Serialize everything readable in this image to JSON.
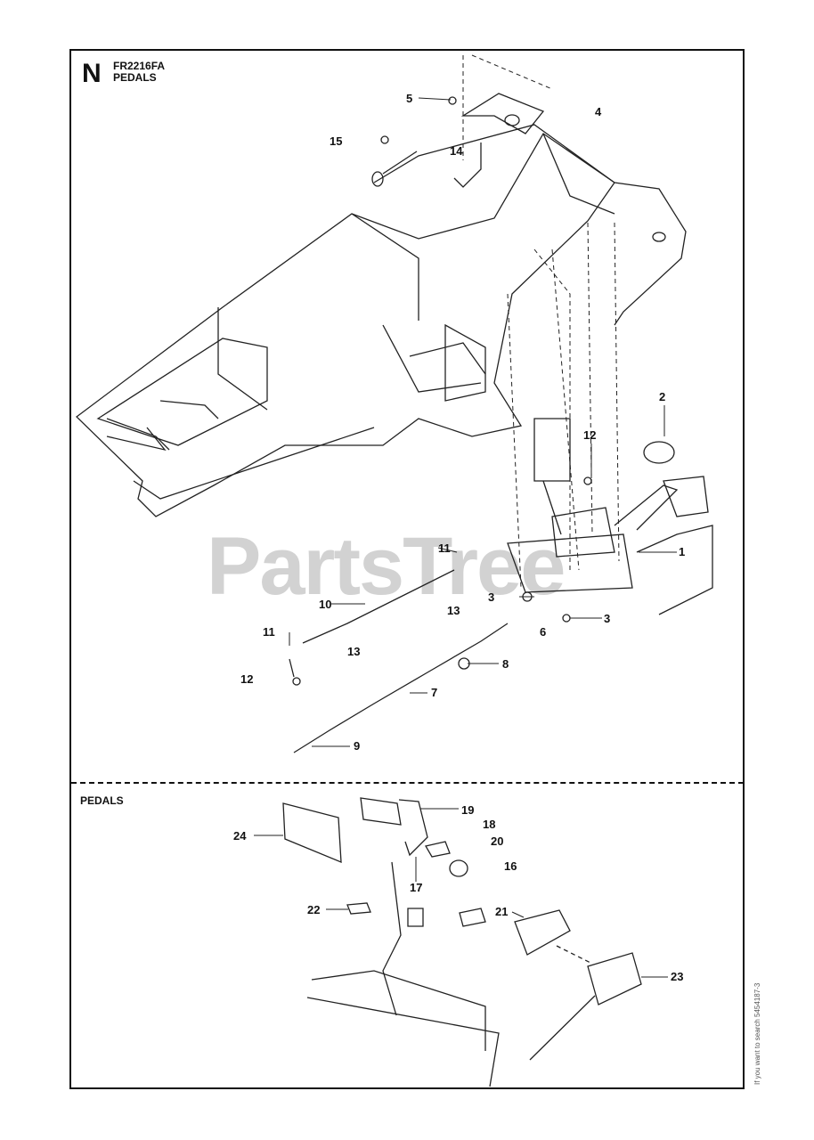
{
  "header": {
    "section_letter": "N",
    "model_code": "FR2216FA",
    "title": "PEDALS"
  },
  "lower_section": {
    "title": "PEDALS"
  },
  "watermark": "PartsTree",
  "side_code": "If you want to search 5454187-3",
  "callouts_upper": [
    "1",
    "2",
    "3",
    "3",
    "4",
    "5",
    "6",
    "7",
    "8",
    "9",
    "10",
    "11",
    "11",
    "12",
    "12",
    "13",
    "13",
    "14",
    "15"
  ],
  "callouts_lower": [
    "16",
    "17",
    "18",
    "19",
    "20",
    "21",
    "22",
    "23",
    "24"
  ]
}
